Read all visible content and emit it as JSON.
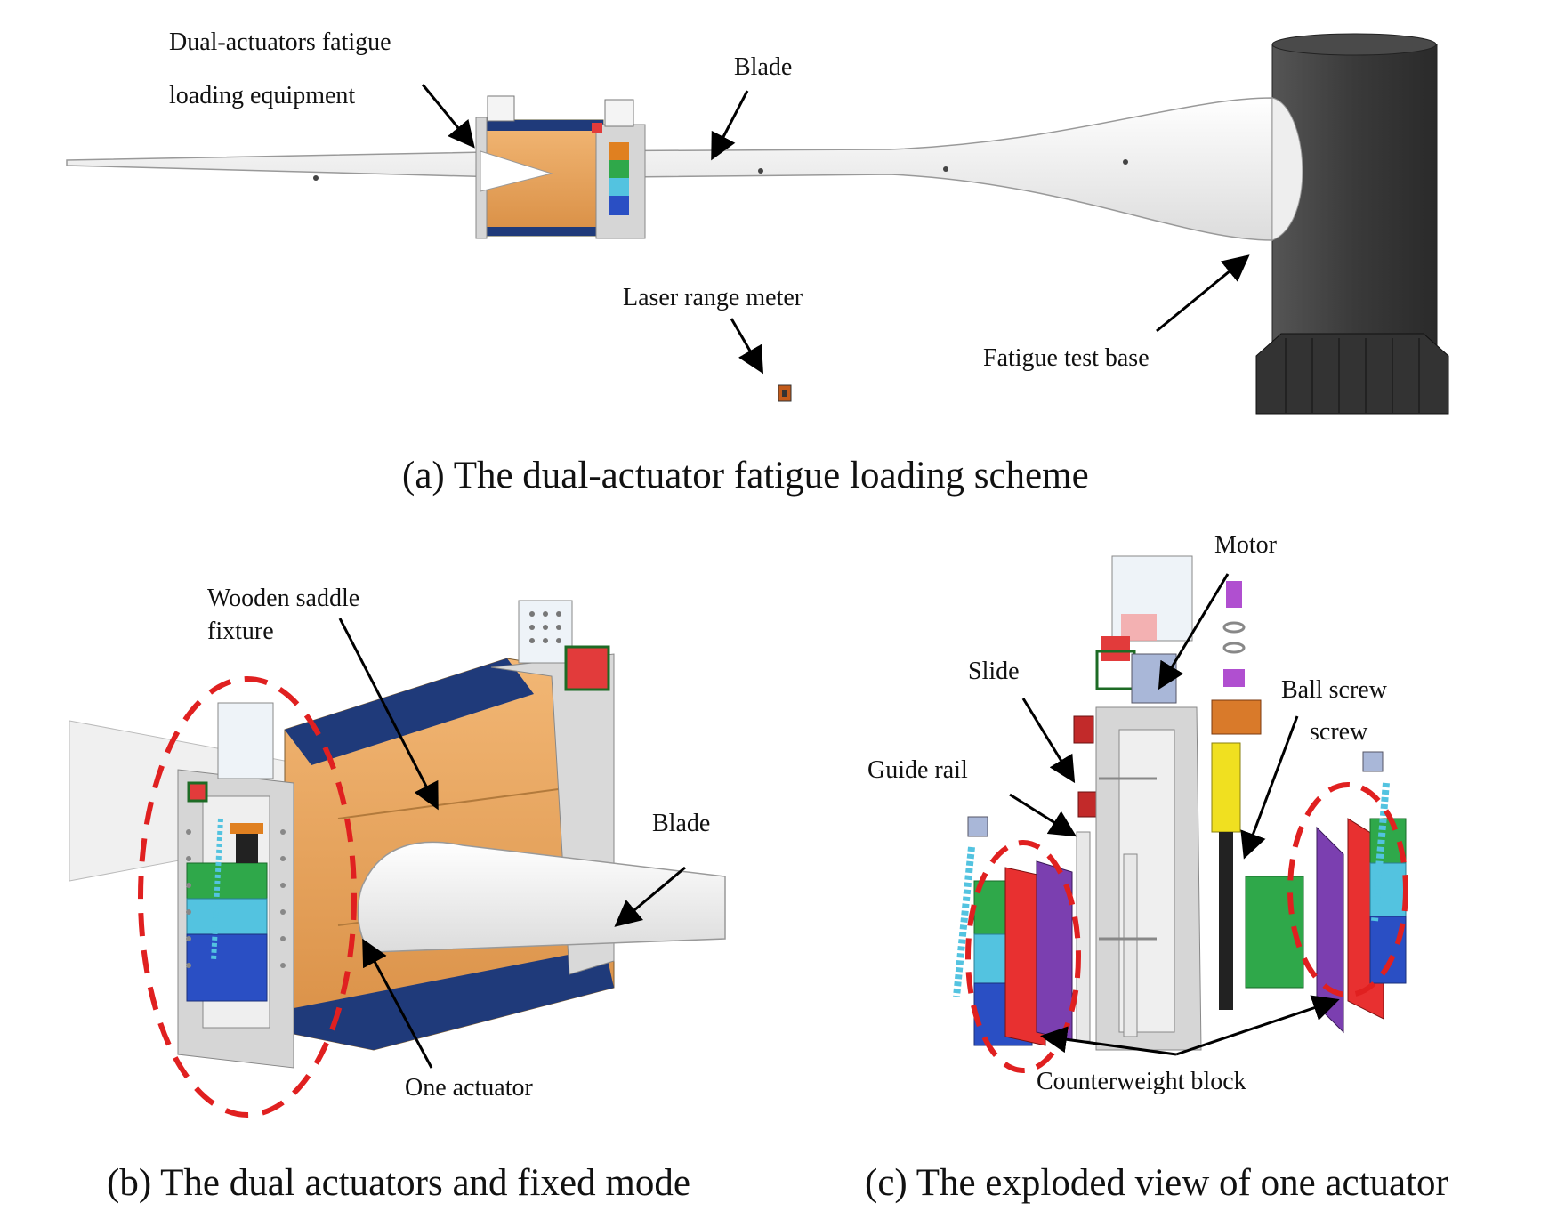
{
  "panel_a": {
    "caption": "(a)  The dual-actuator fatigue loading scheme",
    "labels": {
      "equipment_line1": "Dual-actuators fatigue",
      "equipment_line2": "loading equipment",
      "blade": "Blade",
      "laser": "Laser range meter",
      "base": "Fatigue test base"
    }
  },
  "panel_b": {
    "caption": "(b) The dual actuators and fixed mode",
    "labels": {
      "saddle_line1": "Wooden saddle",
      "saddle_line2": "fixture",
      "blade": "Blade",
      "actuator": "One actuator"
    }
  },
  "panel_c": {
    "caption": "(c) The exploded view of one actuator",
    "labels": {
      "motor": "Motor",
      "slide": "Slide",
      "ball_screw": "Ball  screw",
      "screw": "screw",
      "guide_rail": "Guide  rail",
      "counterweight": "Counterweight block"
    }
  },
  "colors": {
    "wood": "#e9a35c",
    "navy": "#1f3a7a",
    "frame": "#d6d6d6",
    "tower": "#3a3a3a",
    "red": "#e23b3b",
    "green": "#2fa84a",
    "cyan": "#53c3e0",
    "purple": "#7b3fb0",
    "annotation_red": "#e02020"
  }
}
